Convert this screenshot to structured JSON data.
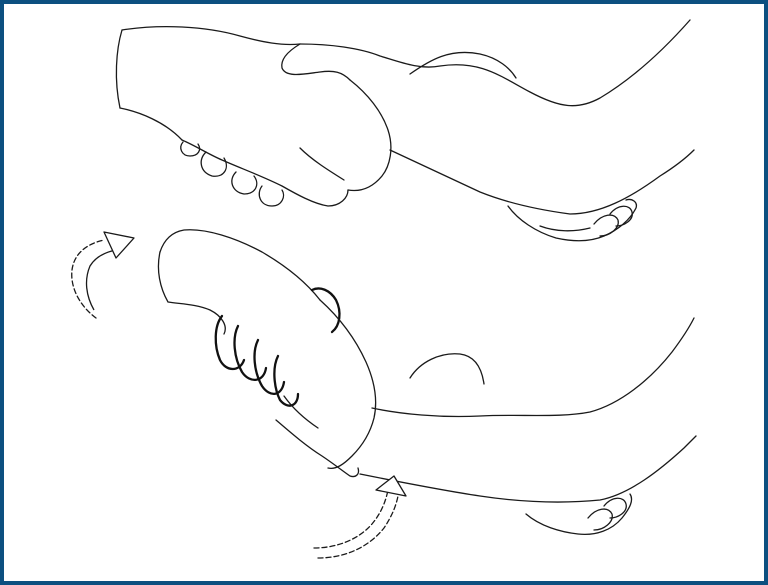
{
  "colors": {
    "border": "#0d5080",
    "ink": "#1a1a1a",
    "background": "#ffffff"
  },
  "figure": {
    "panels": [
      {
        "step": "handshake-grip",
        "icon": "handshake-illustration"
      },
      {
        "step": "rotate-and-grip-wrist",
        "icon": "wrist-grip-illustration",
        "arrows": [
          "rotate-up-arrow",
          "lift-forearm-arrow"
        ]
      }
    ]
  }
}
